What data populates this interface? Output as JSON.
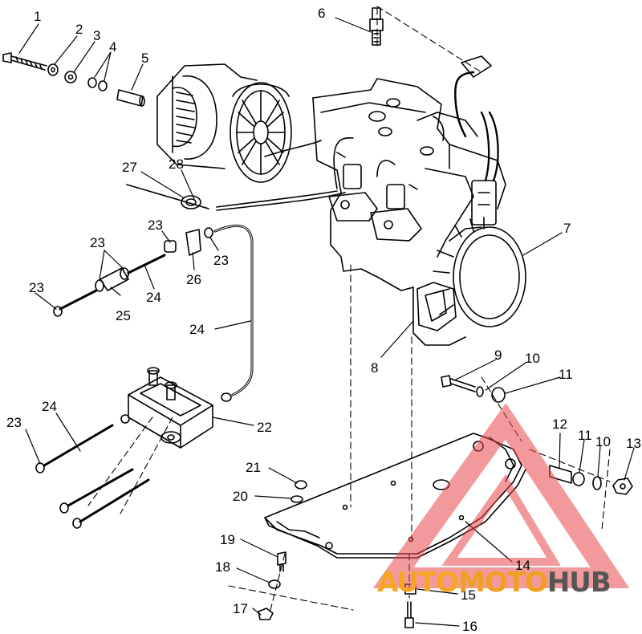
{
  "diagram": {
    "callouts": [
      "1",
      "2",
      "3",
      "4",
      "5",
      "6",
      "7",
      "8",
      "9",
      "10",
      "11",
      "12",
      "11",
      "10",
      "13",
      "14",
      "15",
      "16",
      "17",
      "18",
      "19",
      "20",
      "21",
      "22",
      "23",
      "23",
      "23",
      "23",
      "23",
      "24",
      "24",
      "24",
      "25",
      "26",
      "27",
      "28"
    ]
  },
  "watermark": {
    "text_a": "AUTO",
    "text_b": "MOTO",
    "text_c": "HUB",
    "color_triangle": "#e8474a",
    "color_orange": "#f5a623",
    "color_gray": "#555555"
  }
}
